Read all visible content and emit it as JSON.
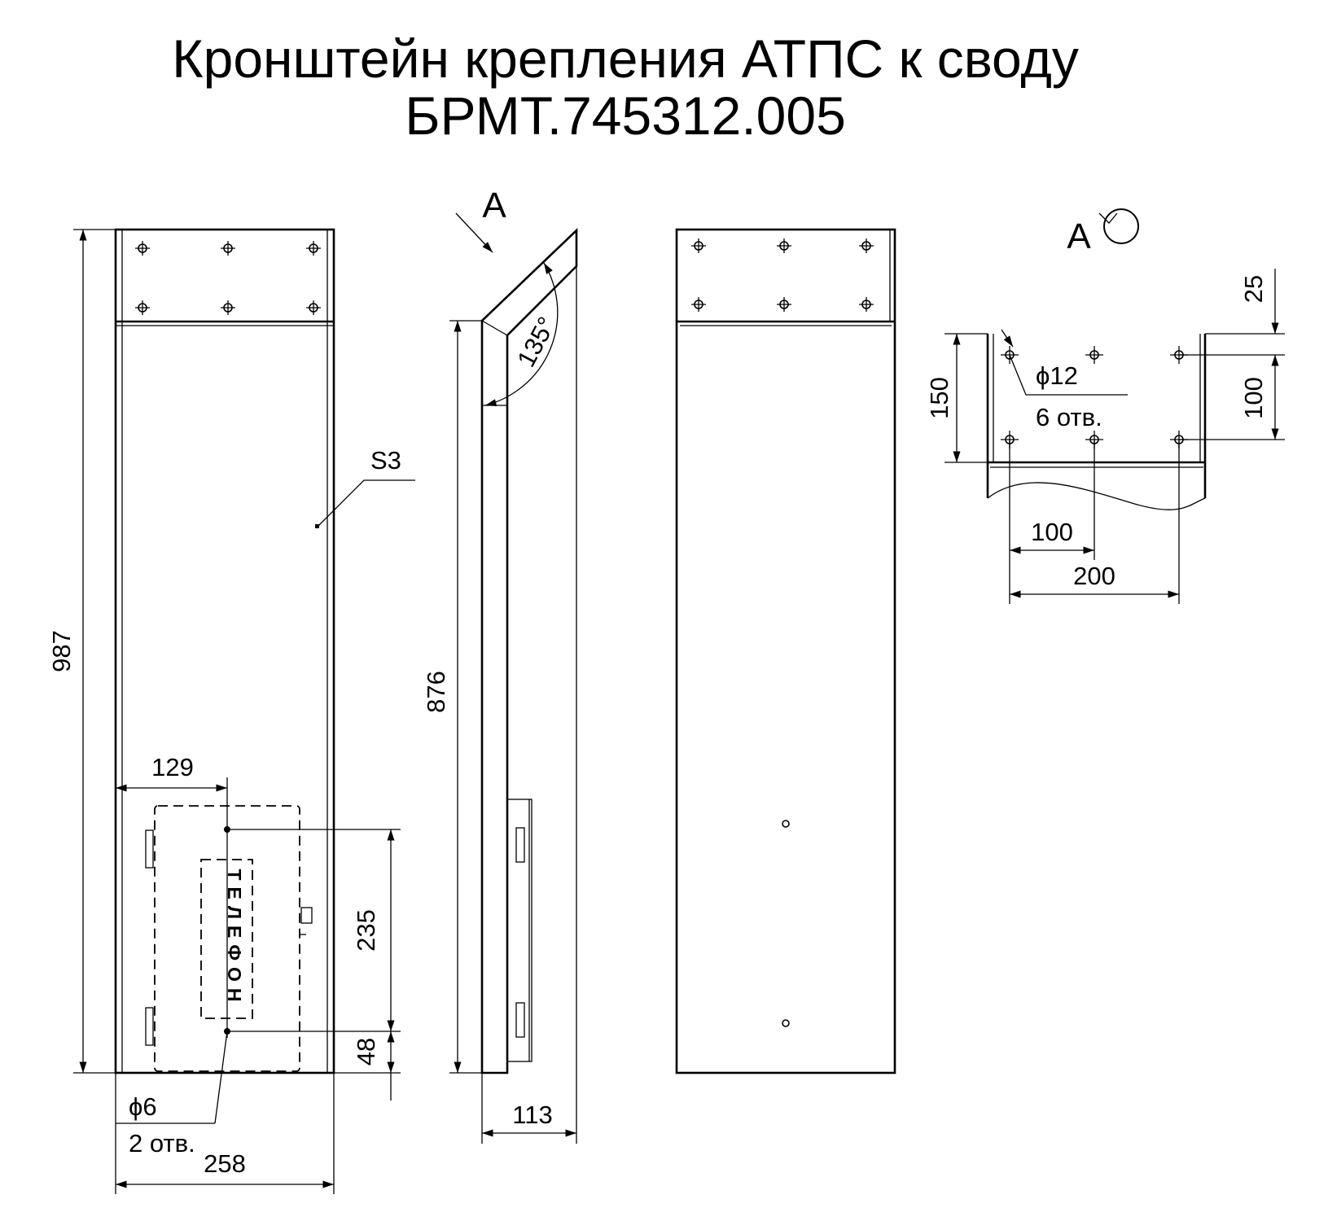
{
  "title": {
    "line1": "Кронштейн крепления АТПС к своду",
    "line2": "БРМТ.745312.005"
  },
  "front_view": {
    "height": "987",
    "width": "258",
    "offset": "129",
    "hole_spacing": "235",
    "hole_bottom": "48",
    "hole_diameter": "ϕ6",
    "hole_count": "2 отв.",
    "material": "S3",
    "device_label": "ТЕЛЕФОН"
  },
  "side_view": {
    "view_marker": "А",
    "height": "876",
    "depth": "113",
    "angle": "135°"
  },
  "detail_view": {
    "title": "А",
    "offset_top": "25",
    "height": "150",
    "row_spacing": "100",
    "hole_diameter": "ϕ12",
    "hole_count": "6 отв.",
    "hole_pitch": "100",
    "hole_span": "200"
  }
}
